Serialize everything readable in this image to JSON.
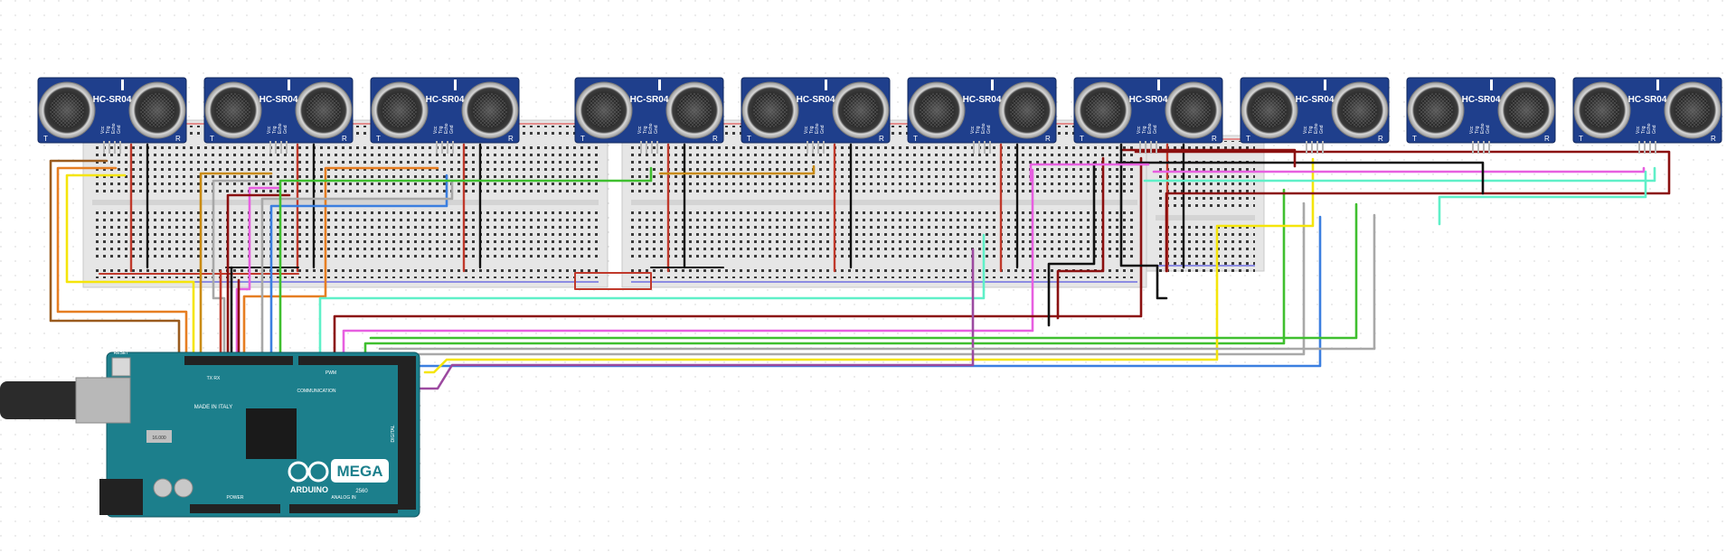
{
  "sensor_label": "HC-SR04",
  "sensor_pins": [
    "Vcc",
    "Trig",
    "Echo",
    "Gnd"
  ],
  "sensor_corner_left": "T",
  "sensor_corner_right": "R",
  "sensor_count": 10,
  "breadboard_count": 3,
  "board": {
    "brand": "ARDUINO",
    "model": "MEGA",
    "variant": "2560",
    "made_in": "MADE IN ITALY",
    "header_comm": "COMMUNICATION",
    "header_power": "POWER",
    "header_analog": "ANALOG IN",
    "header_pwm": "PWM",
    "header_digital": "DIGITAL",
    "tx_rx": "TX RX",
    "crystal": "16.000",
    "reset": "RESET"
  },
  "wire_colors": {
    "vcc": "#c0392b",
    "gnd": "#111111",
    "brown": "#9a5b1e",
    "orange": "#e67e22",
    "amber": "#c98b12",
    "yellow": "#f5e50a",
    "green": "#3fbf2f",
    "cyan": "#5ff0c8",
    "blue": "#3b7fe0",
    "magenta": "#e75fe0",
    "gray": "#a8a8a8",
    "purple": "#9c4aa0",
    "darkred": "#8b1010"
  },
  "colors": {
    "sensor_board": "#1f3f8c",
    "breadboard": "#e6e6e6",
    "arduino": "#1c7f8c"
  }
}
